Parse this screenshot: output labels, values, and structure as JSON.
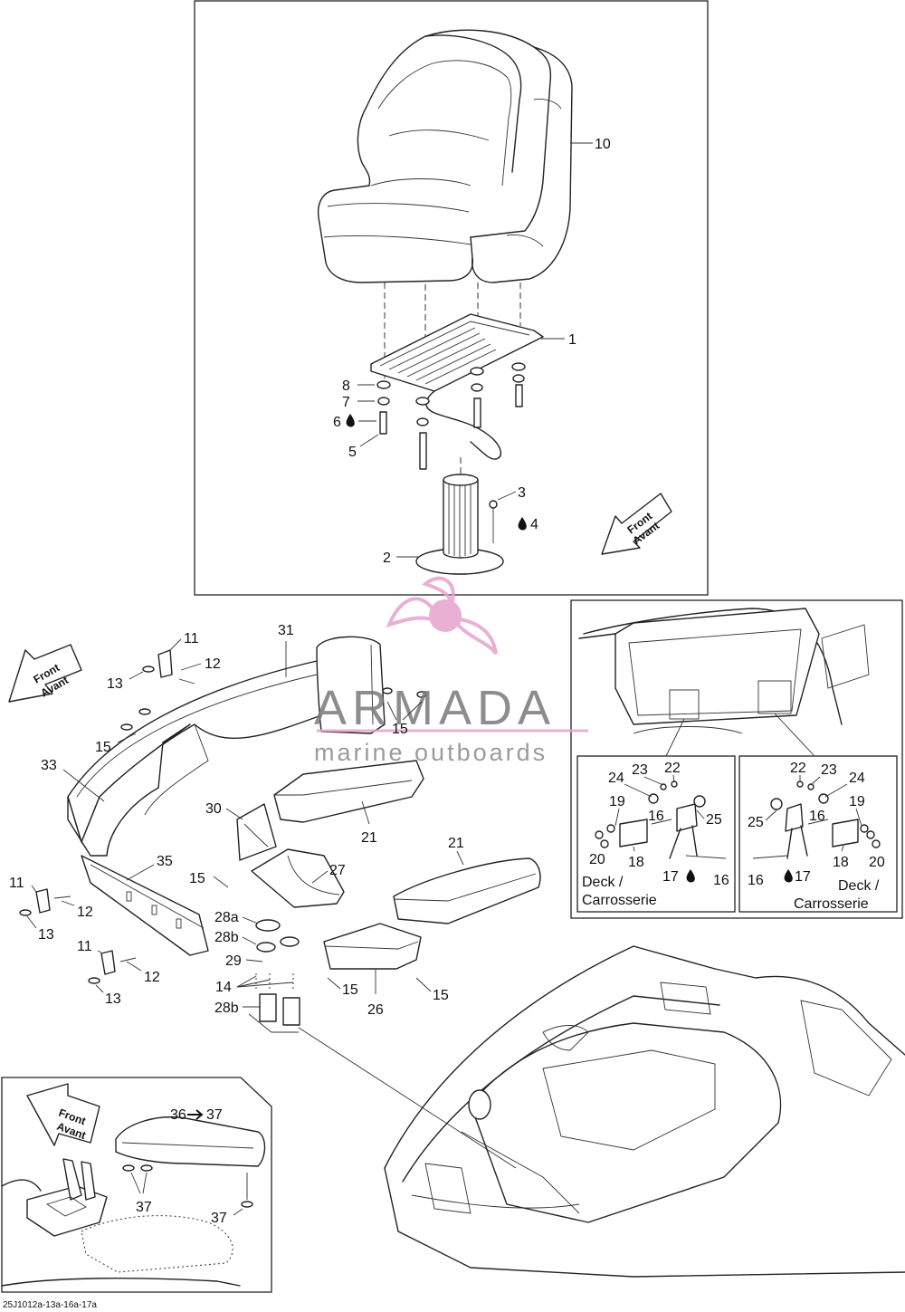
{
  "diagram": {
    "reference_code": "25J1012a-13a-16a-17a",
    "front_arrow_lines": [
      "Front",
      "Avant"
    ],
    "deck_label_lines": [
      "Deck /",
      "Carrosserie"
    ],
    "callouts": {
      "c10": "10",
      "c1": "1",
      "c8": "8",
      "c7": "7",
      "c6": "6",
      "c5": "5",
      "c3": "3",
      "c4": "4",
      "c2": "2",
      "c11a": "11",
      "c12a": "12",
      "c13a": "13",
      "c31": "31",
      "c15a": "15",
      "c15b": "15",
      "c33": "33",
      "c30": "30",
      "c21a": "21",
      "c21b": "21",
      "c35": "35",
      "c27": "27",
      "c15c": "15",
      "c28a": "28a",
      "c28b1": "28b",
      "c29": "29",
      "c14": "14",
      "c28b2": "28b",
      "c15d": "15",
      "c26": "26",
      "c15e": "15",
      "c11b": "11",
      "c12b": "12",
      "c13b": "13",
      "c11c": "11",
      "c12c": "12",
      "c13c": "13",
      "c36": "36",
      "c37top": "37",
      "c37a": "37",
      "c37b": "37",
      "L24": "24",
      "L23": "23",
      "L22": "22",
      "L19": "19",
      "L16a": "16",
      "L25": "25",
      "L20": "20",
      "L18": "18",
      "L17": "17",
      "L16b": "16",
      "R22": "22",
      "R23": "23",
      "R24": "24",
      "R25": "25",
      "R16a": "16",
      "R19": "19",
      "R18": "18",
      "R20": "20",
      "R16b": "16",
      "R17": "17"
    }
  },
  "watermark": {
    "brand": "ARMADA",
    "tagline": "marine outboards",
    "brand_color": "#e6a3cc"
  }
}
